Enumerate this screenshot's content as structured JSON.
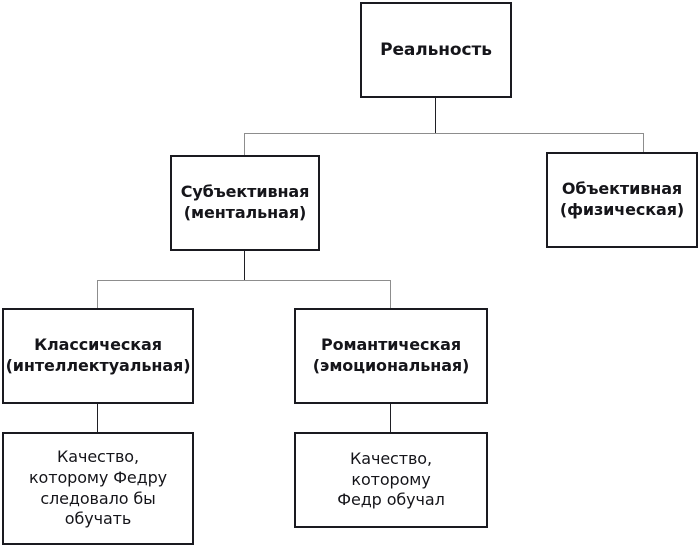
{
  "diagram": {
    "title": "Реальность",
    "type": "hierarchy-tree",
    "levels": 4,
    "colors": {
      "box_border": "#1a1a20",
      "box_fill": "#ffffff",
      "connector_dark": "#2a2a2e",
      "connector_light": "#8d8d8d",
      "text": "#15151a",
      "background": "#ffffff"
    },
    "nodes": {
      "root": {
        "label": "Реальность",
        "level": 1
      },
      "subjective": {
        "label": "Субъективная\n(ментальная)",
        "level": 2
      },
      "objective": {
        "label": "Объективная\n(физическая)",
        "level": 2
      },
      "classical": {
        "label": "Классическая\n(интеллектуальная)",
        "level": 3
      },
      "romantic": {
        "label": "Романтическая\n(эмоциональная)",
        "level": 3
      },
      "quality_should": {
        "label": "Качество,\nкоторому Федру\nследовало бы\nобучать",
        "level": 4
      },
      "quality_taught": {
        "label": "Качество,\nкоторому\nФедр обучал",
        "level": 4
      }
    },
    "edges": [
      {
        "from": "root",
        "to": "subjective"
      },
      {
        "from": "root",
        "to": "objective"
      },
      {
        "from": "subjective",
        "to": "classical"
      },
      {
        "from": "subjective",
        "to": "romantic"
      },
      {
        "from": "classical",
        "to": "quality_should"
      },
      {
        "from": "romantic",
        "to": "quality_taught"
      }
    ]
  }
}
